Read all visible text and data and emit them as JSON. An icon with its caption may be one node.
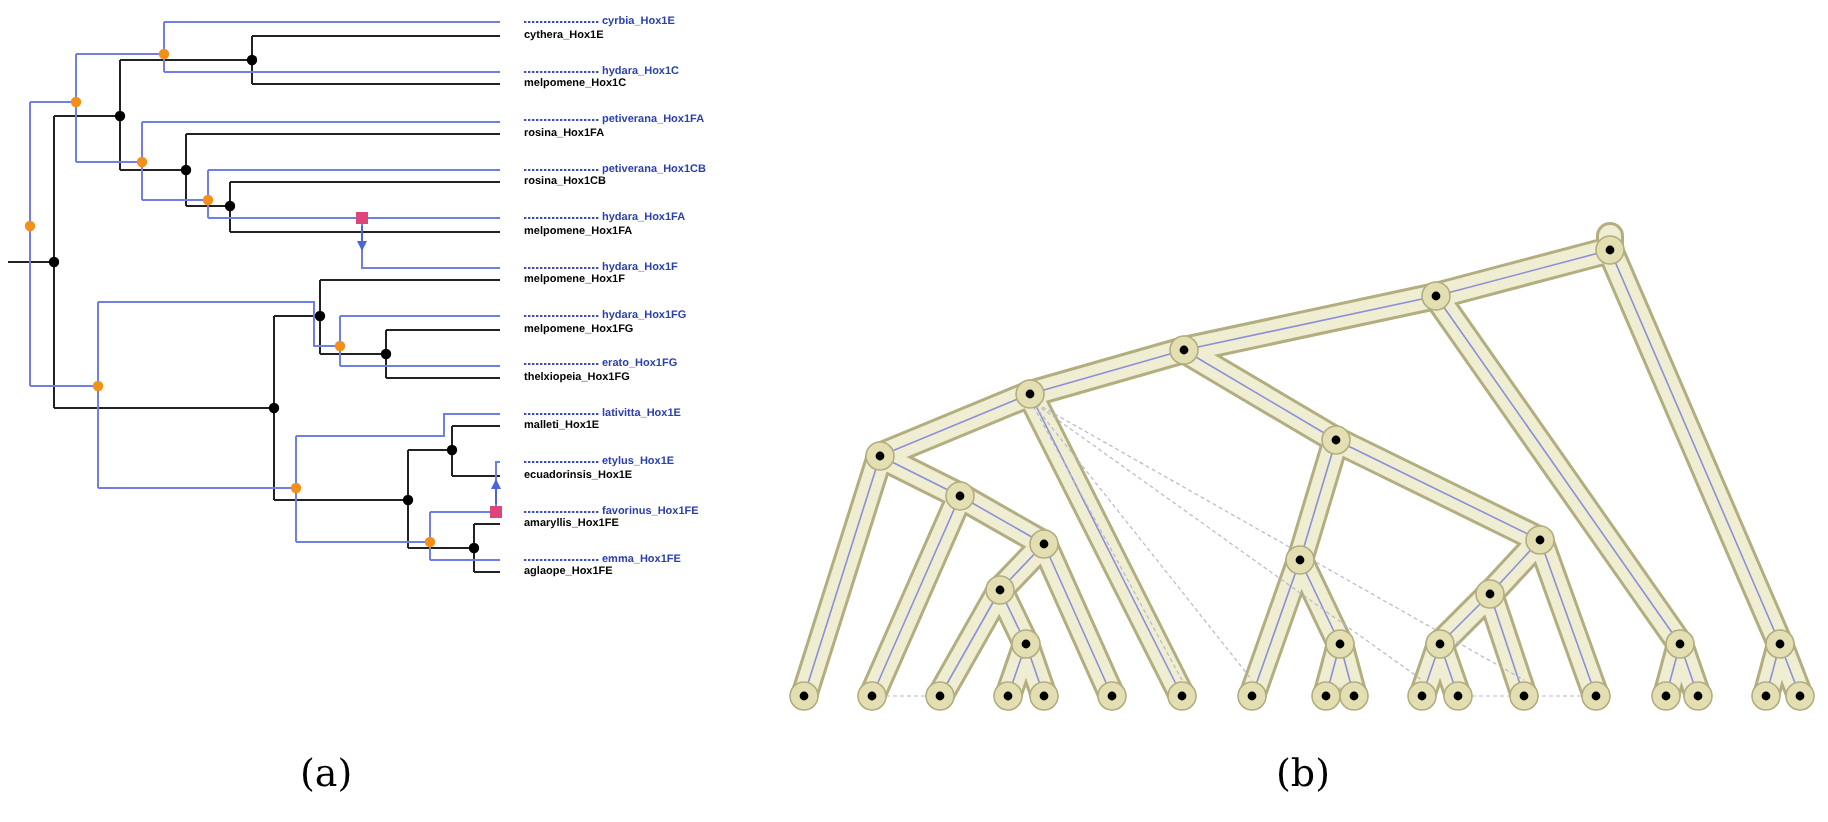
{
  "diagram": {
    "labels": [
      "cyrbia_Hox1E",
      "cythera_Hox1E",
      "hydara_Hox1C",
      "melpomene_Hox1C",
      "petiverana_Hox1FA",
      "rosina_Hox1FA",
      "petiverana_Hox1CB",
      "rosina_Hox1CB",
      "hydara_Hox1FA",
      "melpomene_Hox1FA",
      "hydara_Hox1F",
      "melpomene_Hox1F",
      "hydara_Hox1FG",
      "melpomene_Hox1FG",
      "erato_Hox1FG",
      "thelxiopeia_Hox1FG",
      "lativitta_Hox1E",
      "malleti_Hox1E",
      "etylus_Hox1E",
      "ecuadorinsis_Hox1E",
      "favorinus_Hox1FE",
      "amaryllis_Hox1FE",
      "emma_Hox1FE",
      "aglaope_Hox1FE",
      "(a)",
      "(b)"
    ]
  }
}
